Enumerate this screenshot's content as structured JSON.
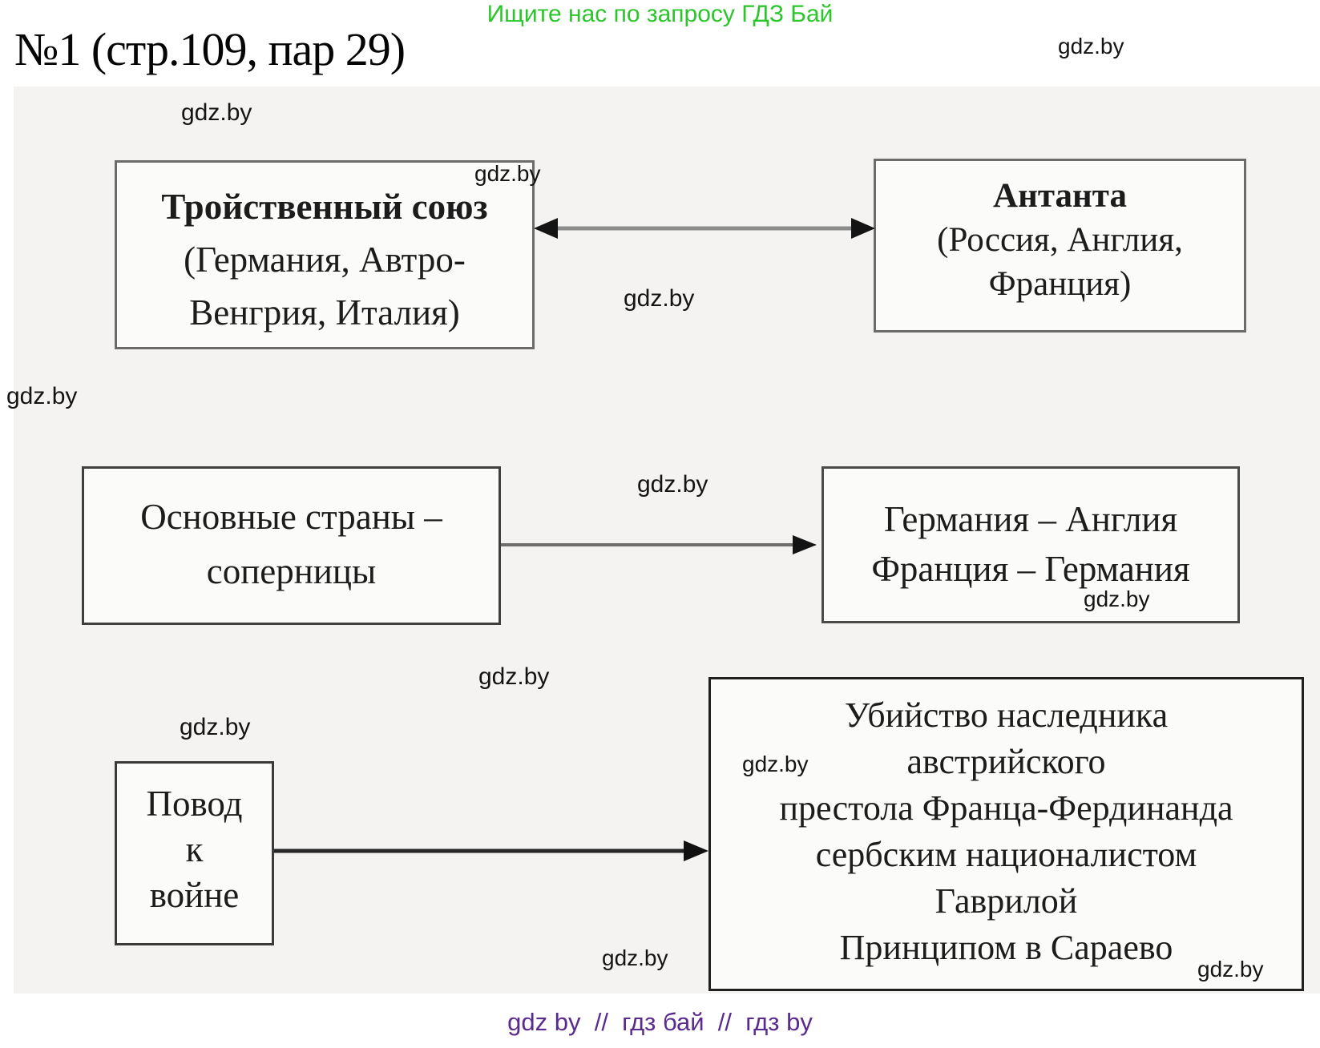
{
  "header": {
    "promo": "Ищите нас по запросу ГДЗ Бай"
  },
  "title": "№1 (стр.109, пар 29)",
  "watermark": "gdz.by",
  "boxes": {
    "triple_alliance": {
      "lines": [
        "Тройственный союз",
        "(Германия, Автро-",
        "Венгрия, Италия)"
      ]
    },
    "entente": {
      "lines": [
        "Антанта",
        "(Россия, Англия,",
        "Франция)"
      ]
    },
    "rivals": {
      "lines": [
        "Основные страны –",
        "соперницы"
      ]
    },
    "rival_pairs": {
      "lines": [
        "Германия – Англия",
        "Франция – Германия"
      ]
    },
    "war_cause": {
      "lines": [
        "Повод",
        "к",
        "войне"
      ]
    },
    "assassination": {
      "lines": [
        "Убийство наследника",
        "австрийского",
        "престола Франца-Фердинанда",
        "сербским националистом",
        "Гаврилой",
        "Принципом в Сараево"
      ]
    }
  },
  "footer": {
    "text": "gdz by  //  гдз бай  //  гдз by"
  },
  "colors": {
    "promo_green": "#2cc52c",
    "footer_purple": "#5a2b8e",
    "canvas_gray": "#f4f3f1"
  }
}
